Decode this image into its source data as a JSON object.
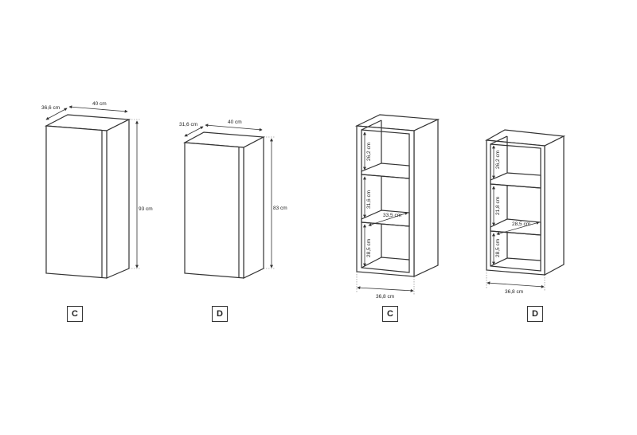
{
  "cabinets": {
    "c_closed": {
      "width": "40 cm",
      "depth": "36,6 cm",
      "height": "93 cm",
      "tag": "C"
    },
    "d_closed": {
      "width": "40 cm",
      "depth": "31,6 cm",
      "height": "83 cm",
      "tag": "D"
    },
    "c_open": {
      "h1": "26,2 cm",
      "h2": "31,6 cm",
      "h3": "28,5 cm",
      "inner_width": "33,5 cm",
      "bottom_width": "36,8 cm",
      "tag": "C"
    },
    "d_open": {
      "h1": "26,2 cm",
      "h2": "21,8 cm",
      "h3": "28,5 cm",
      "inner_width": "28,5 cm",
      "bottom_width": "36,8 cm",
      "tag": "D"
    }
  }
}
